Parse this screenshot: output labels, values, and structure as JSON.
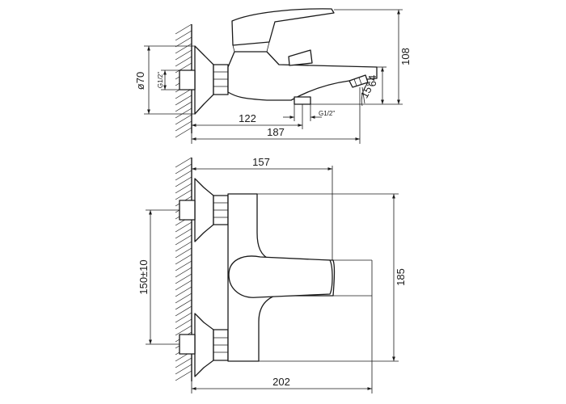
{
  "side_view": {
    "diameter": "ø70",
    "thread_left": "G1/2\"",
    "thread_bottom": "G1/2\"",
    "height": "108",
    "spout_height": "64",
    "angle": "15°",
    "centre_to_outlet": "122",
    "total_length": "187"
  },
  "top_view": {
    "lever_reach": "157",
    "centre_distance": "150±10",
    "body_depth": "185",
    "total_width": "202"
  }
}
